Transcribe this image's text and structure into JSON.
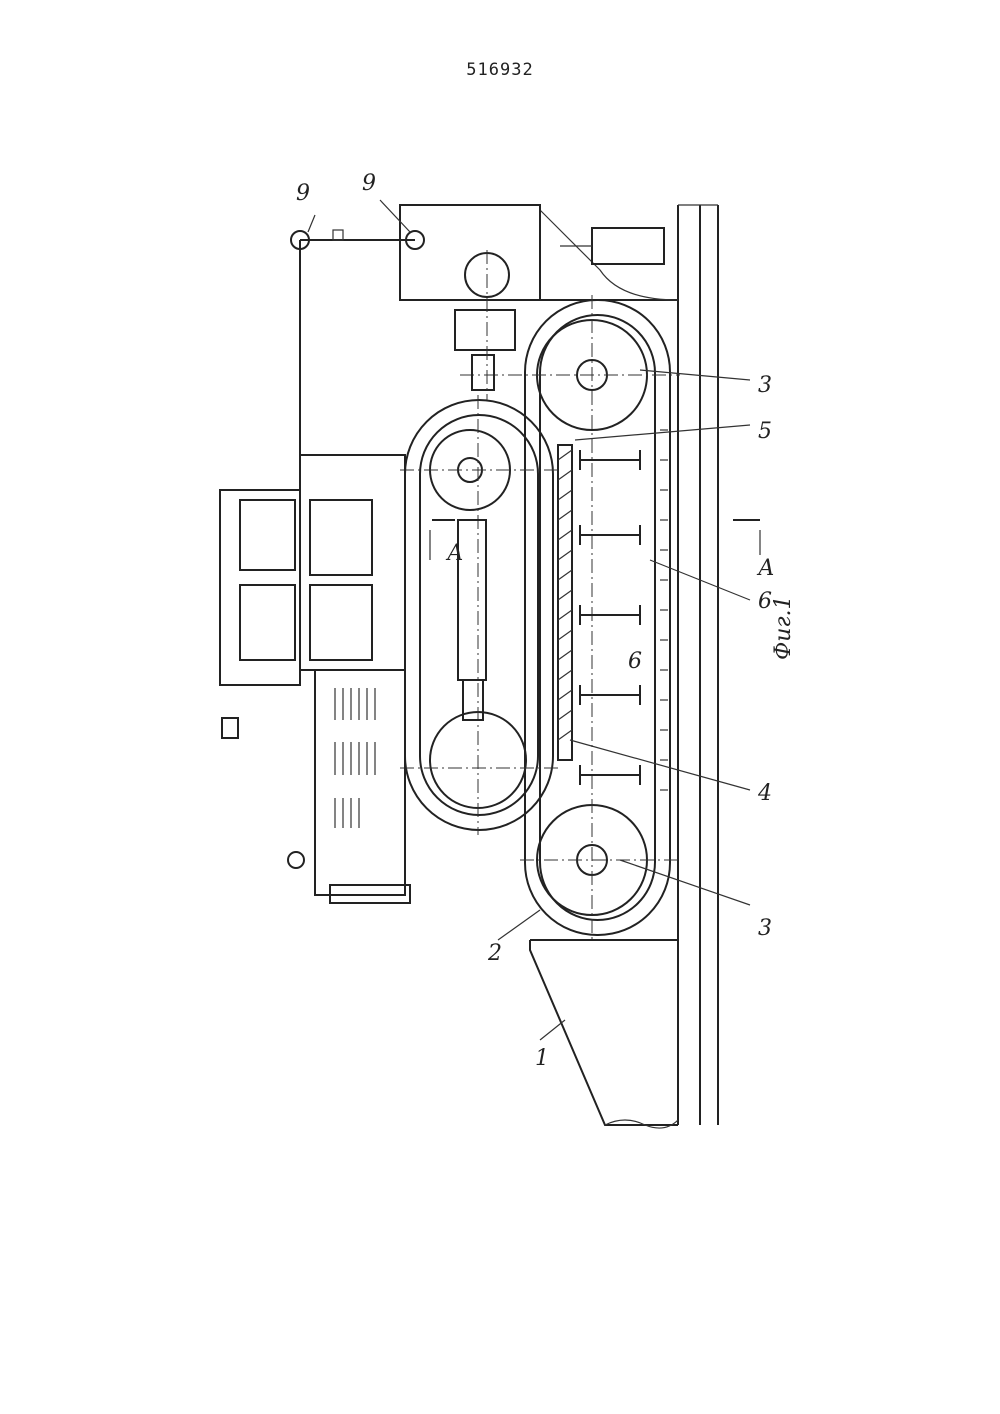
{
  "header": {
    "patent_number": "516932"
  },
  "figure": {
    "caption": "Фиг.1",
    "section_mark": "А",
    "labels": {
      "l1": "1",
      "l2": "2",
      "l3_top": "3",
      "l3_bottom": "3",
      "l4": "4",
      "l5": "5",
      "l6_inner": "6",
      "l6_outer": "6",
      "l9_left": "9",
      "l9_right": "9"
    }
  }
}
